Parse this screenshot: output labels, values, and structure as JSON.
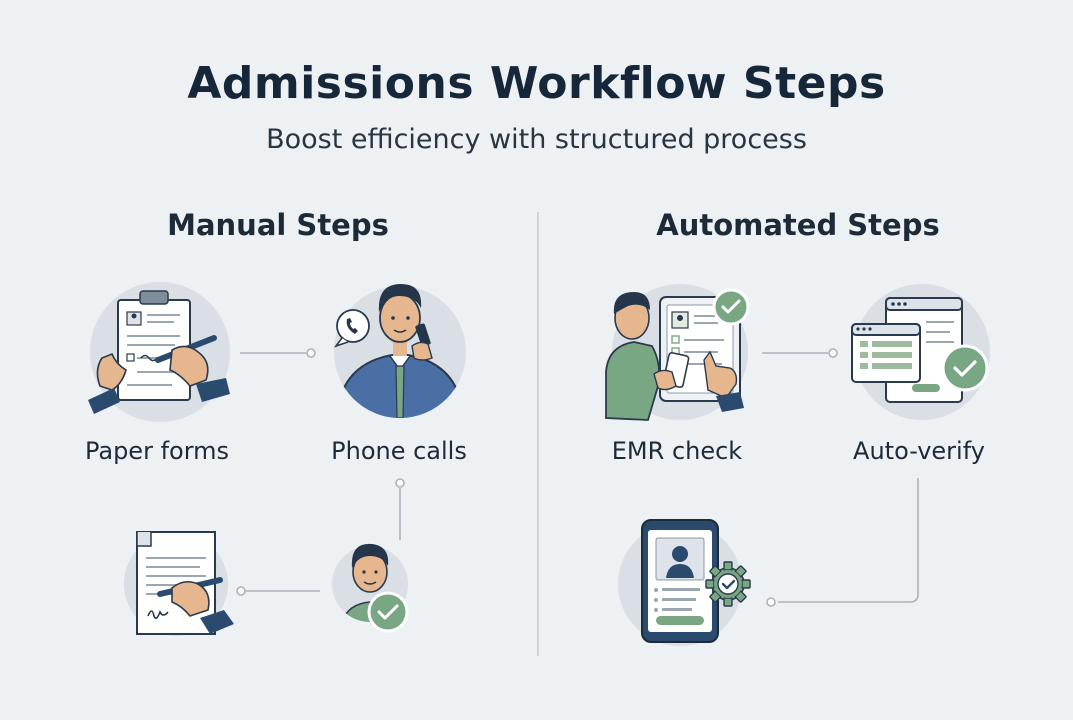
{
  "header": {
    "title": "Admissions Workflow Steps",
    "subtitle": "Boost efficiency with structured process"
  },
  "manual": {
    "title": "Manual Steps",
    "steps": [
      {
        "label": "Paper forms",
        "icon": "paper-form-icon"
      },
      {
        "label": "Phone calls",
        "icon": "phone-call-icon"
      },
      {
        "label": "",
        "icon": "signed-document-icon"
      },
      {
        "label": "",
        "icon": "approved-person-icon"
      }
    ]
  },
  "automated": {
    "title": "Automated Steps",
    "steps": [
      {
        "label": "EMR check",
        "icon": "tablet-user-icon"
      },
      {
        "label": "Auto-verify",
        "icon": "verified-window-icon"
      },
      {
        "label": "",
        "icon": "mobile-profile-icon"
      }
    ]
  },
  "colors": {
    "background": "#edf1f4",
    "circle": "#d9dfe5",
    "navy": "#2a4a6e",
    "green": "#7aa783",
    "skin": "#e6b78f"
  }
}
